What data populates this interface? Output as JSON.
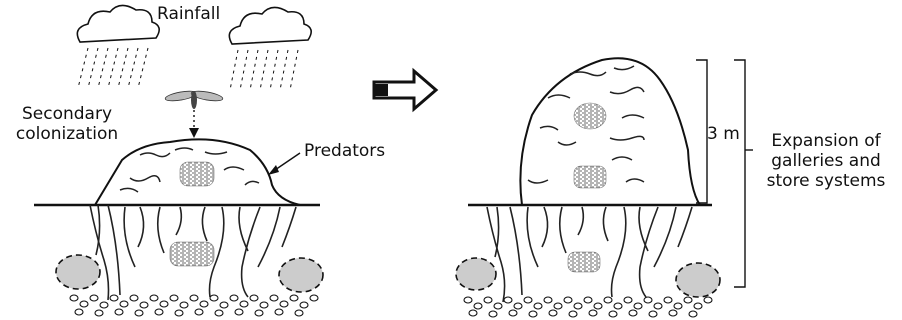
{
  "labels": {
    "rainfall": "Rainfall",
    "secondary_colonization": [
      "Secondary",
      "colonization"
    ],
    "predators": "Predators",
    "height": "3 m",
    "expansion": [
      "Expansion of",
      "galleries and",
      "store systems"
    ]
  },
  "colors": {
    "ink": "#111111",
    "ground_line": "#111111",
    "fungus_patch": "#8a8a8a",
    "boulder_fill": "#cccccc"
  },
  "icons": {
    "arrow": "right-block-arrow",
    "insect": "winged-termite-icon",
    "rain": "rain-cloud-icon"
  }
}
